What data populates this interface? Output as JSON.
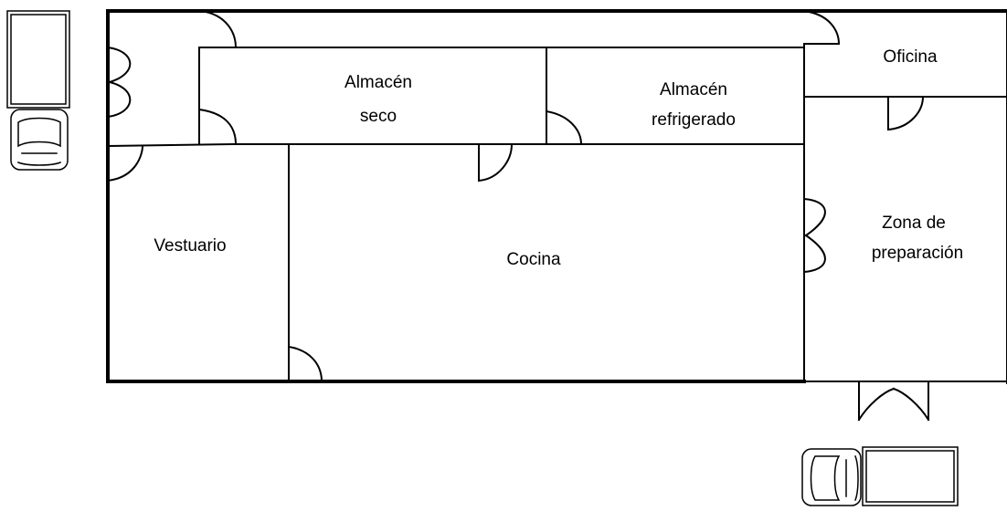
{
  "rooms": {
    "almacen_seco": [
      "Almacén",
      "seco"
    ],
    "almacen_refrigerado": [
      "Almacén",
      "refrigerado"
    ],
    "oficina": "Oficina",
    "zona_preparacion": [
      "Zona de",
      "preparación"
    ],
    "vestuario": "Vestuario",
    "cocina": "Cocina"
  },
  "colors": {
    "line": "#000000",
    "background": "#ffffff"
  }
}
